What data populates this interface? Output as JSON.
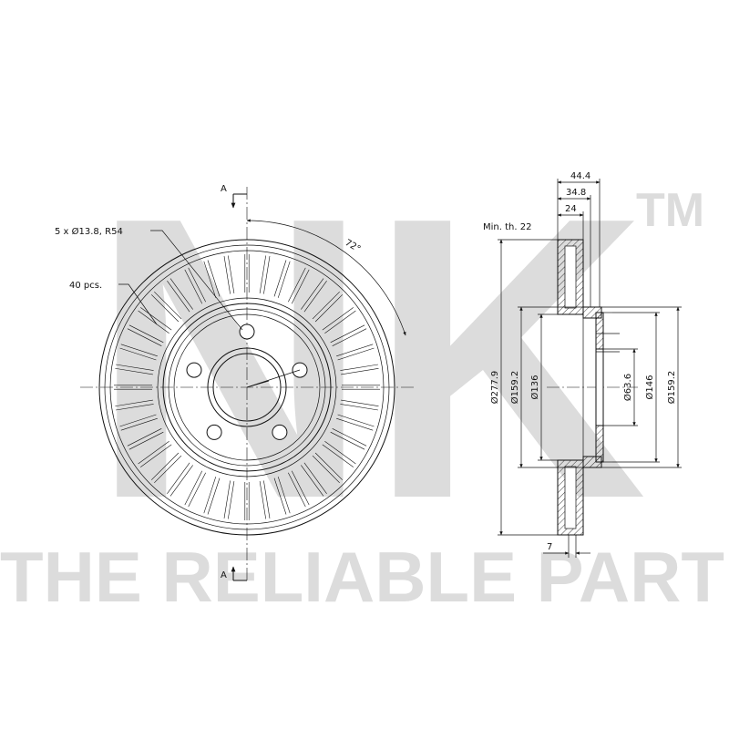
{
  "watermark": {
    "logo_text": "NK",
    "trademark": "TM",
    "tagline": "THE RELIABLE PART",
    "color": "#dcdcdc"
  },
  "front_view": {
    "section_marker_top": "A",
    "section_marker_bottom": "A",
    "bolt_pattern_label": "5 x Ø13.8, R54",
    "vent_count_label": "40 pcs.",
    "angle_label": "72°",
    "bolt_count": 5,
    "vent_count": 40
  },
  "side_view": {
    "min_thickness_label": "Min. th. 22",
    "width_overall": "44.4",
    "width_hat": "34.8",
    "disc_thickness": "24",
    "flange_thickness": "7",
    "diam_outer": "Ø277.9",
    "diam_hat_left": "Ø159.2",
    "diam_inner_left": "Ø136",
    "diam_center_bore": "Ø63.6",
    "diam_inner_right": "Ø146",
    "diam_hat_right": "Ø159.2"
  }
}
